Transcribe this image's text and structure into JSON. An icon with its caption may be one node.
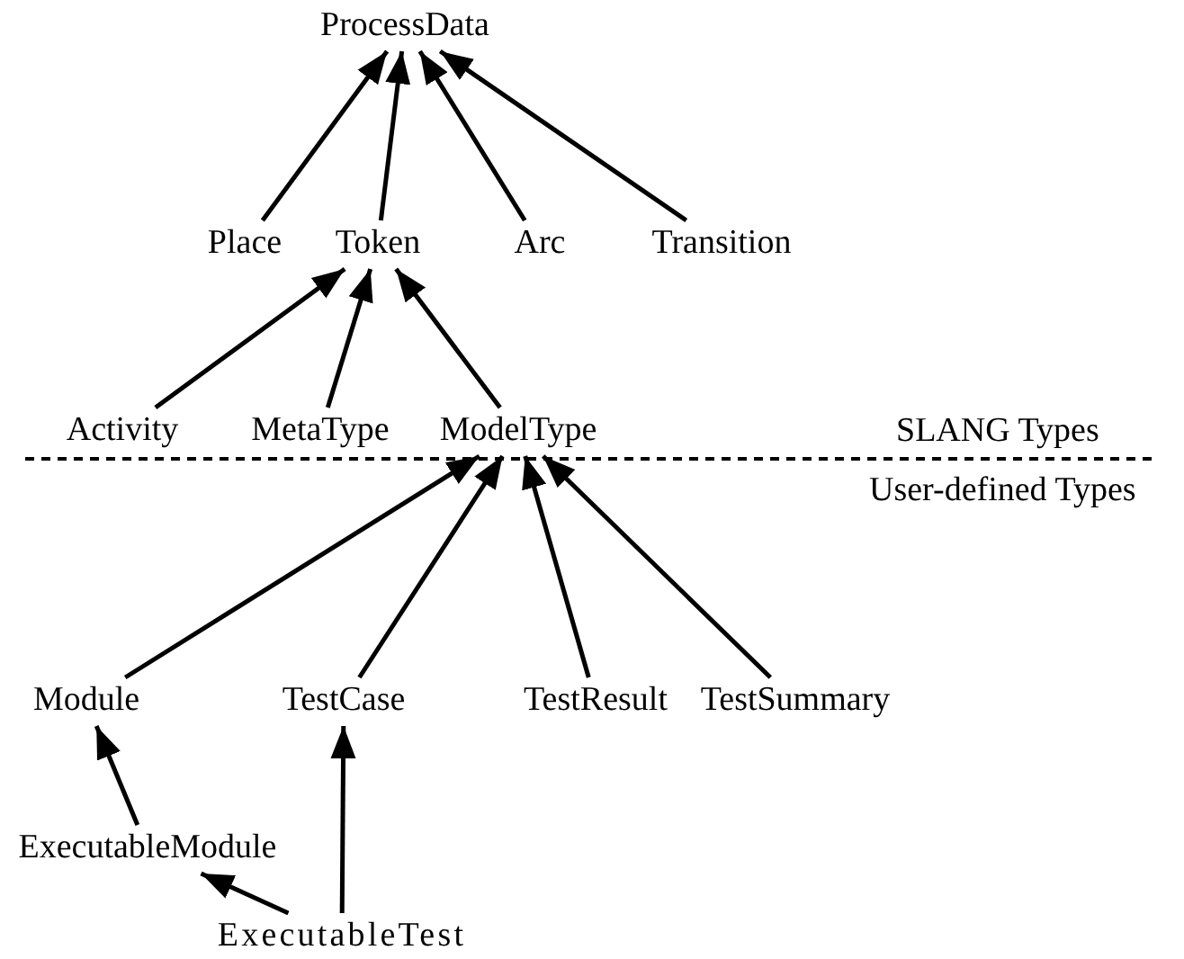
{
  "diagram": {
    "nodes": [
      {
        "text": [
          "ProcessData"
        ]
      },
      {
        "text": [
          "Place"
        ]
      },
      {
        "text": [
          "Token"
        ]
      },
      {
        "text": [
          "Arc"
        ]
      },
      {
        "text": [
          "Transition"
        ]
      },
      {
        "text": [
          "Activity"
        ]
      },
      {
        "text": [
          "MetaType"
        ]
      },
      {
        "text": [
          "ModelType"
        ]
      },
      {
        "text": [
          "Module"
        ]
      },
      {
        "text": [
          "TestCase"
        ]
      },
      {
        "text": [
          "TestResult"
        ]
      },
      {
        "text": [
          "TestSummary"
        ]
      },
      {
        "text": [
          "ExecutableModule"
        ]
      },
      {
        "text": [
          "ExecutableTest"
        ]
      }
    ],
    "edges": [
      {
        "from": 1,
        "to": 0,
        "arrow": "to"
      },
      {
        "from": 2,
        "to": 0,
        "arrow": "to"
      },
      {
        "from": 3,
        "to": 0,
        "arrow": "to"
      },
      {
        "from": 4,
        "to": 0,
        "arrow": "to"
      },
      {
        "from": 5,
        "to": 2,
        "arrow": "to"
      },
      {
        "from": 6,
        "to": 2,
        "arrow": "to"
      },
      {
        "from": 7,
        "to": 2,
        "arrow": "to"
      },
      {
        "from": 8,
        "to": 7,
        "arrow": "to"
      },
      {
        "from": 9,
        "to": 7,
        "arrow": "to"
      },
      {
        "from": 10,
        "to": 7,
        "arrow": "to"
      },
      {
        "from": 11,
        "to": 7,
        "arrow": "to"
      },
      {
        "from": 12,
        "to": 8,
        "arrow": "to"
      },
      {
        "from": 13,
        "to": 9,
        "arrow": "to"
      },
      {
        "from": 13,
        "to": 12,
        "arrow": "to"
      }
    ],
    "labels": [
      "SLANG Types",
      "User-defined Types"
    ]
  }
}
